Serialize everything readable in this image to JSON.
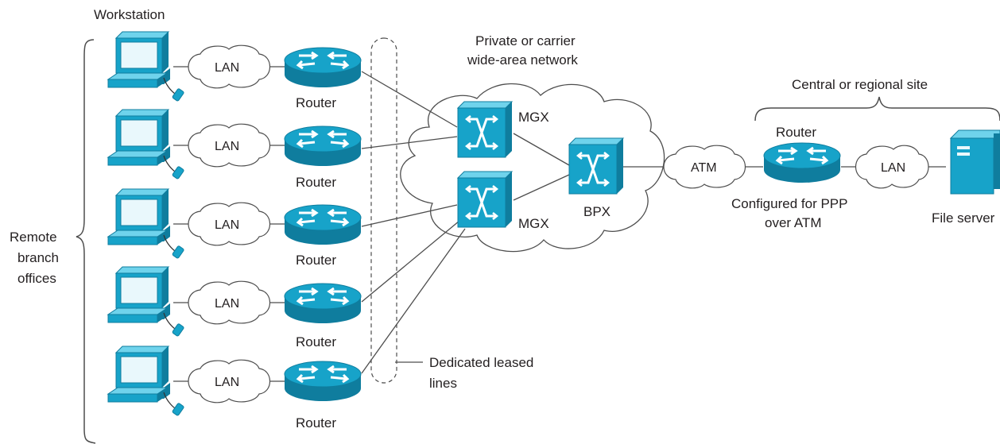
{
  "labels": {
    "workstation": "Workstation",
    "wan_line1": "Private or carrier",
    "wan_line2": "wide-area network",
    "central_site": "Central or regional site",
    "remote_line1": "Remote",
    "remote_line2": "branch",
    "remote_line3": "offices",
    "leased_line1": "Dedicated leased",
    "leased_line2": "lines",
    "mgx_top": "MGX",
    "mgx_bottom": "MGX",
    "bpx": "BPX",
    "atm": "ATM",
    "central_router": "Router",
    "configured_line1": "Configured for PPP",
    "configured_line2": "over ATM",
    "central_lan": "LAN",
    "file_server": "File server"
  },
  "branches": [
    {
      "lan": "LAN",
      "router": "Router"
    },
    {
      "lan": "LAN",
      "router": "Router"
    },
    {
      "lan": "LAN",
      "router": "Router"
    },
    {
      "lan": "LAN",
      "router": "Router"
    },
    {
      "lan": "LAN",
      "router": "Router"
    }
  ],
  "colors": {
    "device": "#17a3c9",
    "device_dark": "#0f7d9e",
    "device_light": "#6fd3ec",
    "line": "#4d4d4d"
  }
}
